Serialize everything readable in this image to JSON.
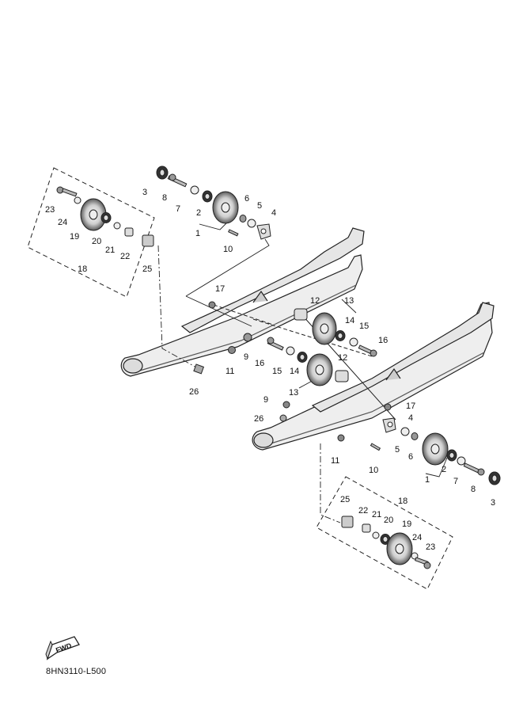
{
  "diagram": {
    "code": "8HN3110-L500",
    "fwd_label": "FWD",
    "callouts": {
      "left": [
        {
          "id": "L1",
          "text": "1"
        },
        {
          "id": "L2",
          "text": "2"
        },
        {
          "id": "L3",
          "text": "3"
        },
        {
          "id": "L4",
          "text": "4"
        },
        {
          "id": "L5",
          "text": "5"
        },
        {
          "id": "L6",
          "text": "6"
        },
        {
          "id": "L7",
          "text": "7"
        },
        {
          "id": "L8",
          "text": "8"
        },
        {
          "id": "L9",
          "text": "9"
        },
        {
          "id": "L10",
          "text": "10"
        },
        {
          "id": "L11",
          "text": "11"
        },
        {
          "id": "L12",
          "text": "12"
        },
        {
          "id": "L13",
          "text": "13"
        },
        {
          "id": "L14",
          "text": "14"
        },
        {
          "id": "L15",
          "text": "15"
        },
        {
          "id": "L16",
          "text": "16"
        },
        {
          "id": "L17",
          "text": "17"
        },
        {
          "id": "L18",
          "text": "18"
        },
        {
          "id": "L19",
          "text": "19"
        },
        {
          "id": "L20",
          "text": "20"
        },
        {
          "id": "L21",
          "text": "21"
        },
        {
          "id": "L22",
          "text": "22"
        },
        {
          "id": "L23",
          "text": "23"
        },
        {
          "id": "L24",
          "text": "24"
        },
        {
          "id": "L25",
          "text": "25"
        },
        {
          "id": "L26",
          "text": "26"
        }
      ],
      "right": [
        {
          "id": "R1",
          "text": "1"
        },
        {
          "id": "R2",
          "text": "2"
        },
        {
          "id": "R3",
          "text": "3"
        },
        {
          "id": "R4",
          "text": "4"
        },
        {
          "id": "R5",
          "text": "5"
        },
        {
          "id": "R6",
          "text": "6"
        },
        {
          "id": "R7",
          "text": "7"
        },
        {
          "id": "R8",
          "text": "8"
        },
        {
          "id": "R9",
          "text": "9"
        },
        {
          "id": "R10",
          "text": "10"
        },
        {
          "id": "R11",
          "text": "11"
        },
        {
          "id": "R12",
          "text": "12"
        },
        {
          "id": "R13",
          "text": "13"
        },
        {
          "id": "R14",
          "text": "14"
        },
        {
          "id": "R15",
          "text": "15"
        },
        {
          "id": "R16",
          "text": "16"
        },
        {
          "id": "R17",
          "text": "17"
        },
        {
          "id": "R18",
          "text": "18"
        },
        {
          "id": "R19",
          "text": "19"
        },
        {
          "id": "R20",
          "text": "20"
        },
        {
          "id": "R21",
          "text": "21"
        },
        {
          "id": "R22",
          "text": "22"
        },
        {
          "id": "R23",
          "text": "23"
        },
        {
          "id": "R24",
          "text": "24"
        },
        {
          "id": "R25",
          "text": "25"
        },
        {
          "id": "R26",
          "text": "26"
        }
      ]
    }
  }
}
